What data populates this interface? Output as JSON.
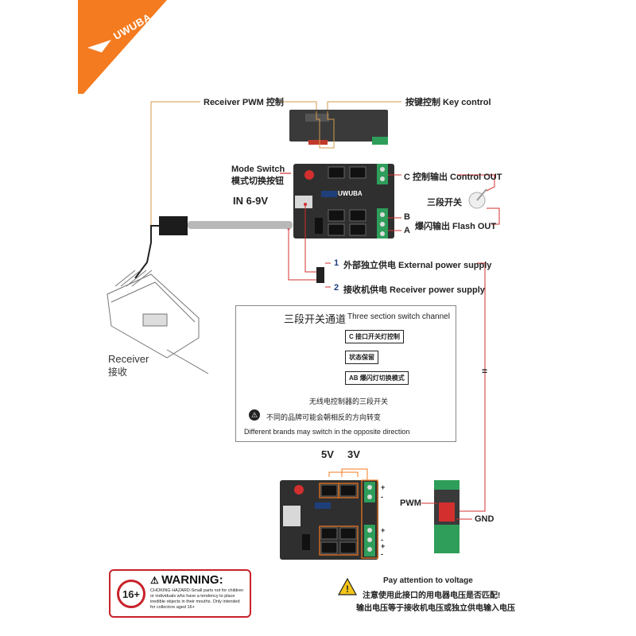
{
  "brand": {
    "logo_text": "UWUBA",
    "module_logo": "UWUBA",
    "accent_color": "#f47b20"
  },
  "top": {
    "receiver_pwm": "Receiver PWM 控制",
    "key_control": "按键控制  Key control"
  },
  "module": {
    "mode_switch_en": "Mode Switch",
    "mode_switch_cn": "模式切换按钮",
    "input_voltage": "IN 6-9V",
    "control_out": "C  控制输出 Control OUT",
    "three_position_switch": "三段开关",
    "terminal_b": "B",
    "terminal_a": "A",
    "flash_out": "爆闪输出  Flash OUT"
  },
  "power": {
    "external_num": "1",
    "external": "外部独立供电 External power supply",
    "receiver_num": "2",
    "receiver": "接收机供电  Receiver power supply",
    "equals": "="
  },
  "receiver": {
    "label_en": "Receiver",
    "label_cn": "接收"
  },
  "switch_panel": {
    "title_cn": "三段开关通道",
    "title_en": "Three section switch channel",
    "tag_c": "C 接口开关灯控制",
    "tag_hold": "状态保留",
    "tag_ab": "AB 爆闪灯切换模式",
    "caption": "无线电控制器的三段开关",
    "note_cn": "不同的品牌可能会朝相反的方向转变",
    "note_en": "Different brands may switch in the opposite direction"
  },
  "voltage": {
    "v5": "5V",
    "v3": "3V",
    "plus": "+",
    "minus": "-",
    "pwm": "PWM",
    "gnd": "GND"
  },
  "attention": {
    "title": "Pay attention to voltage",
    "line1": "注意使用此接口的用电器电压是否匹配!",
    "line2": "输出电压等于接收机电压或独立供电输入电压"
  },
  "warning": {
    "age": "16+",
    "title": "WARNING:",
    "text": "CHOKING HAZARD-Small parts not for children or individuals who have a tendency to place inedible objects in their mouths. Only intended for collectors aged 16+"
  }
}
